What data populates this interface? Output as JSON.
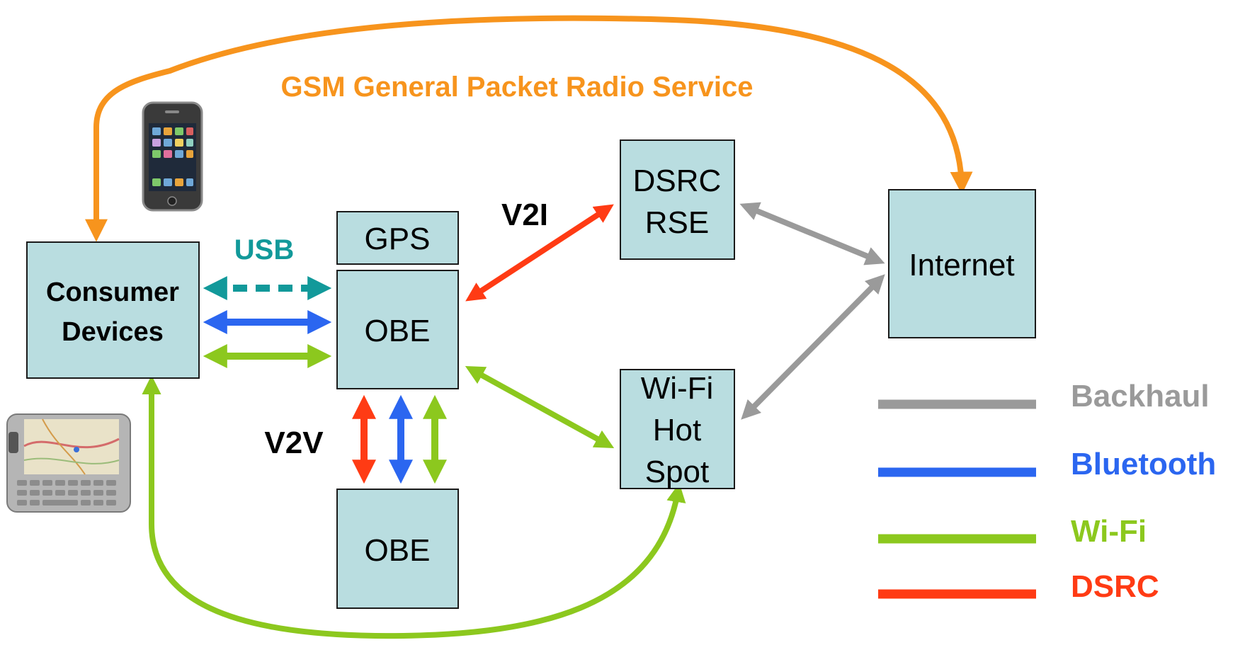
{
  "colors": {
    "gsm": "#f7941d",
    "usb": "#12999a",
    "bluetooth": "#2b66f0",
    "wifi": "#8cc81e",
    "dsrc": "#ff3b14",
    "backhaul": "#9a9a9a",
    "box_fill": "#b9dde0"
  },
  "labels": {
    "gsm": "GSM General Packet Radio Service",
    "usb": "USB",
    "v2i": "V2I",
    "v2v": "V2V"
  },
  "boxes": {
    "consumer_line1": "Consumer",
    "consumer_line2": "Devices",
    "gps": "GPS",
    "obe_main": "OBE",
    "obe_lower": "OBE",
    "dsrc_line1": "DSRC",
    "dsrc_line2": "RSE",
    "wifi_line1": "Wi-Fi",
    "wifi_line2": "Hot",
    "wifi_line3": "Spot",
    "internet": "Internet"
  },
  "legend": [
    {
      "label": "Backhaul",
      "color": "#9a9a9a"
    },
    {
      "label": "Bluetooth",
      "color": "#2b66f0"
    },
    {
      "label": "Wi-Fi",
      "color": "#8cc81e"
    },
    {
      "label": "DSRC",
      "color": "#ff3b14"
    }
  ],
  "icons": {
    "phone": "smartphone-icon",
    "tablet": "handheld-navigator-icon"
  }
}
